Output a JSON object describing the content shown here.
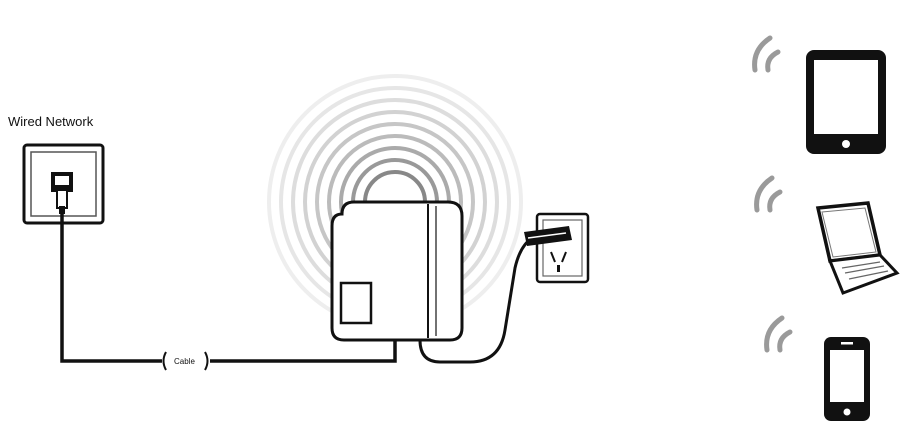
{
  "diagram": {
    "wall_label": "Wired Network",
    "cable_label": "Cable"
  },
  "nodes": [
    {
      "id": "wall-jack",
      "icon": "ethernet-wall-socket-icon"
    },
    {
      "id": "router",
      "icon": "wireless-router-icon"
    },
    {
      "id": "power-outlet",
      "icon": "power-outlet-icon"
    },
    {
      "id": "tablet",
      "icon": "tablet-icon"
    },
    {
      "id": "laptop",
      "icon": "laptop-icon"
    },
    {
      "id": "phone",
      "icon": "smartphone-icon"
    }
  ]
}
